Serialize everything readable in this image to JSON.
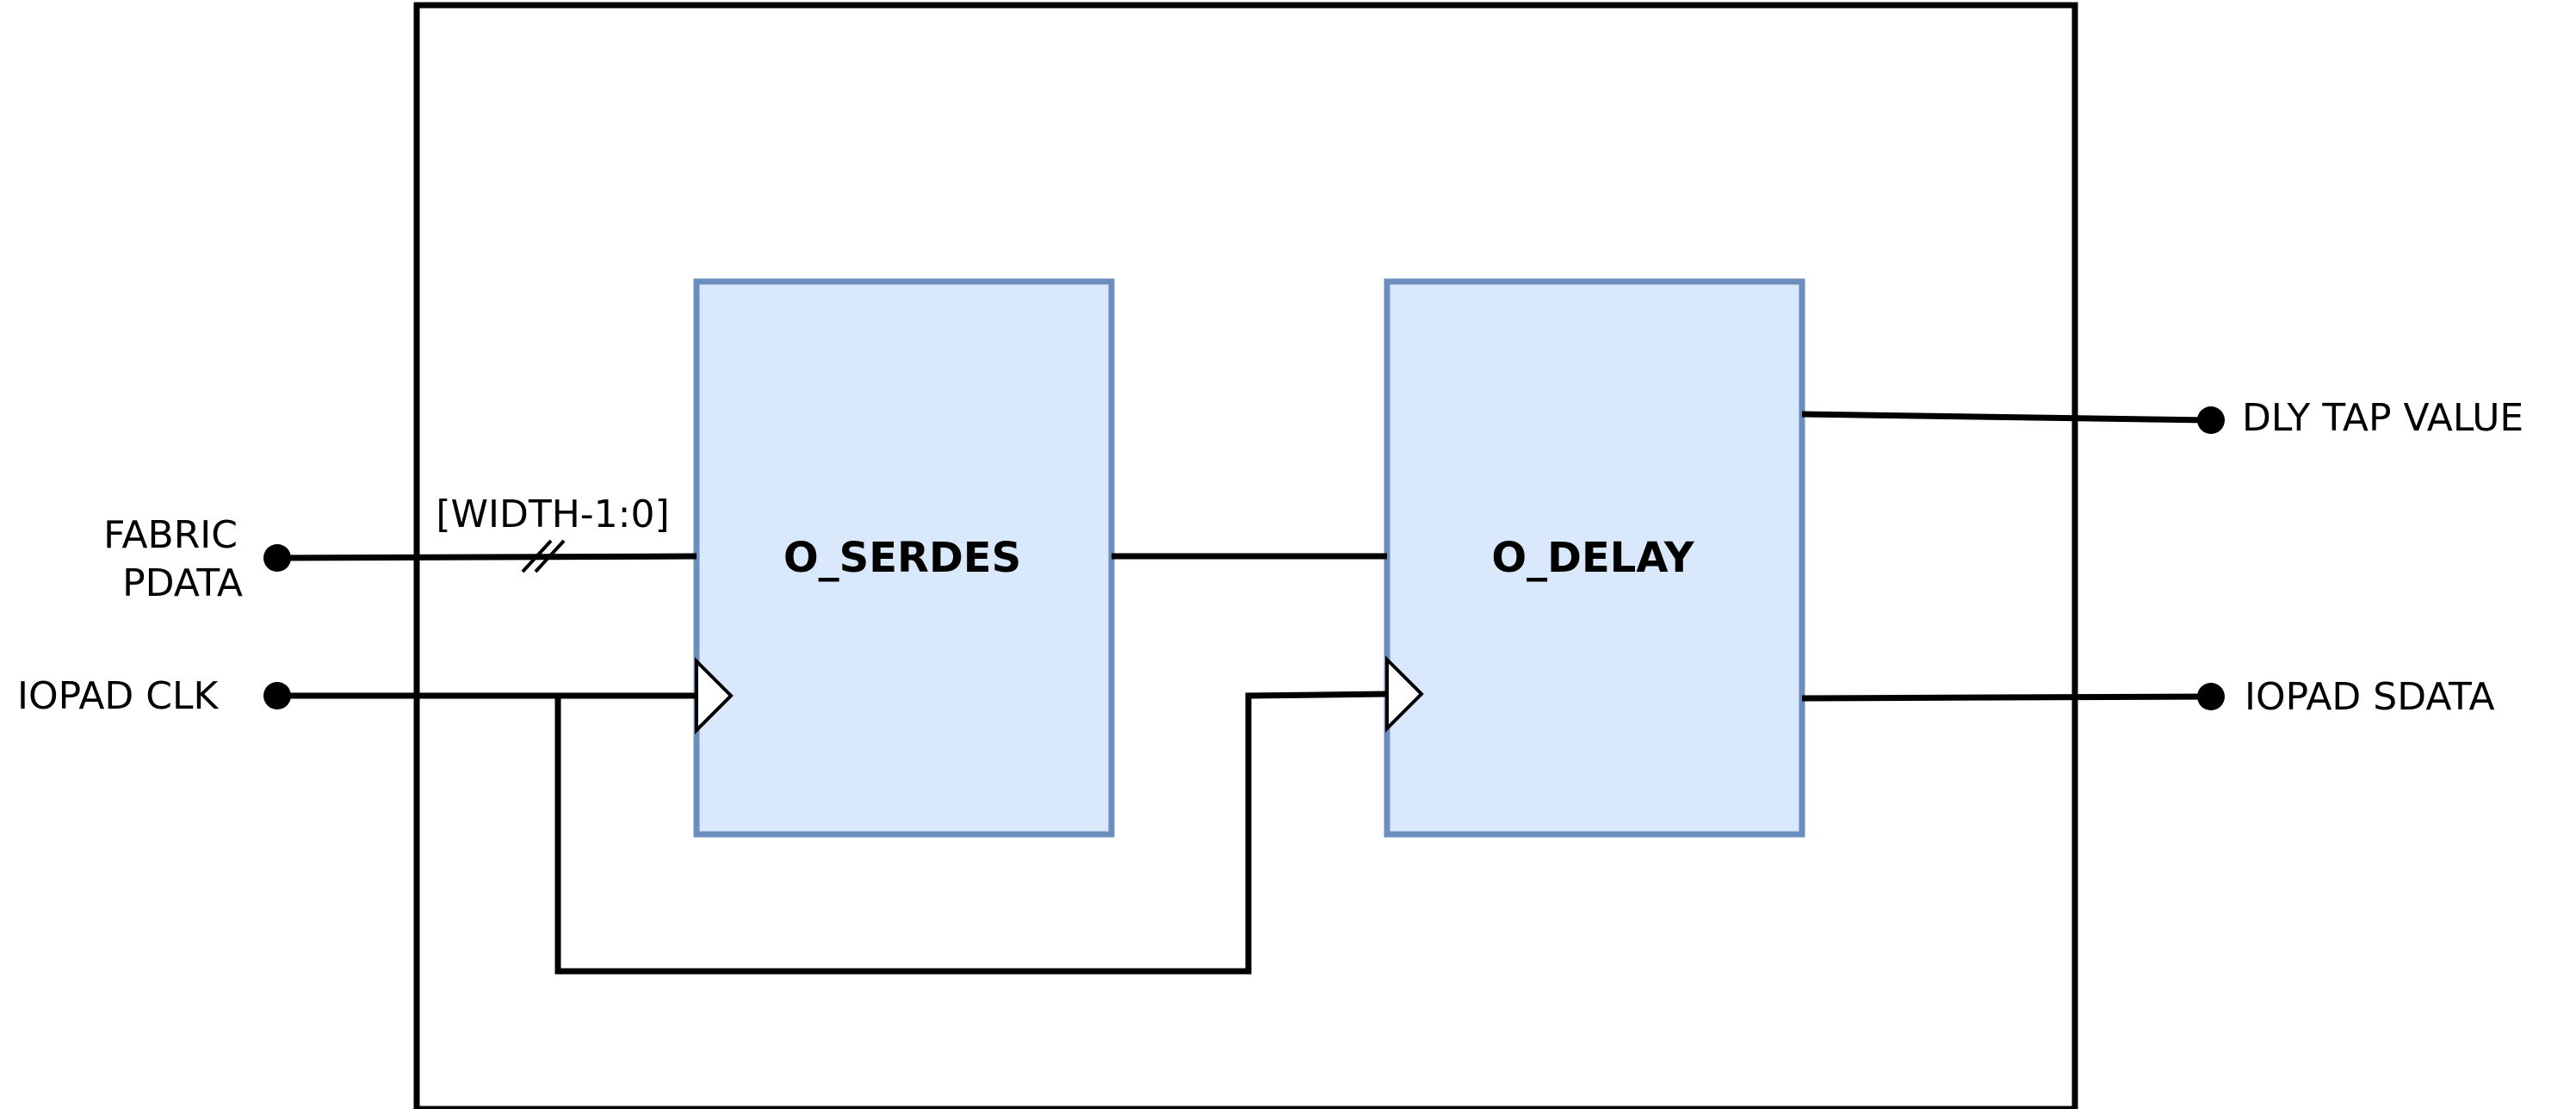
{
  "blocks": {
    "serdes": {
      "label": "O_SERDES"
    },
    "delay": {
      "label": "O_DELAY"
    }
  },
  "ports": {
    "fabric_pdata": {
      "line1": "FABRIC",
      "line2": "PDATA"
    },
    "iopad_clk": {
      "label": "IOPAD CLK"
    },
    "dly_tap_value": {
      "label": "DLY TAP VALUE"
    },
    "iopad_sdata": {
      "label": "IOPAD SDATA"
    }
  },
  "bus": {
    "label": "[WIDTH-1:0]"
  },
  "colors": {
    "block_fill": "#dae8fc",
    "block_stroke": "#6c8ebf",
    "line": "#000000",
    "background": "#ffffff"
  }
}
